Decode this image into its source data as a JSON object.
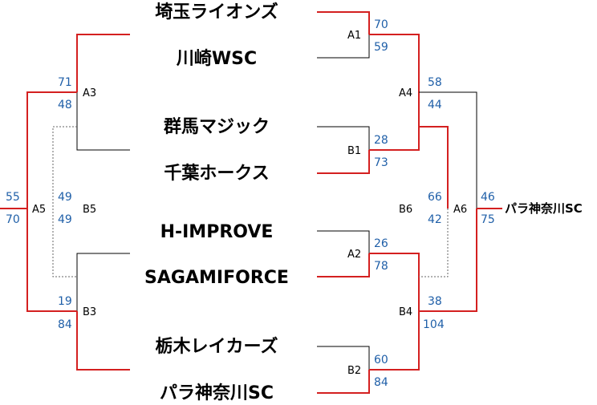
{
  "teams": [
    "埼玉ライオンズ",
    "川崎WSC",
    "群馬マジック",
    "千葉ホークス",
    "H-IMPROVE",
    "SAGAMIFORCE",
    "栃木レイカーズ",
    "パラ神奈川SC"
  ],
  "champion": "パラ神奈川SC",
  "matches": {
    "A1": {
      "label": "A1",
      "scores": [
        "70",
        "59"
      ]
    },
    "B1": {
      "label": "B1",
      "scores": [
        "28",
        "73"
      ]
    },
    "A2": {
      "label": "A2",
      "scores": [
        "26",
        "78"
      ]
    },
    "B2": {
      "label": "B2",
      "scores": [
        "60",
        "84"
      ]
    },
    "A3": {
      "label": "A3",
      "scores": [
        "71",
        "48"
      ]
    },
    "B3": {
      "label": "B3",
      "scores": [
        "19",
        "84"
      ]
    },
    "A4": {
      "label": "A4",
      "scores": [
        "58",
        "44"
      ]
    },
    "B4": {
      "label": "B4",
      "scores": [
        "38",
        "104"
      ]
    },
    "A5": {
      "label": "A5",
      "scores": [
        "55",
        "70"
      ]
    },
    "B5": {
      "label": "B5",
      "scores": [
        "49",
        "49"
      ]
    },
    "A6": {
      "label": "A6",
      "scores": [
        "46",
        "75"
      ]
    },
    "B6": {
      "label": "B6",
      "scores": [
        "66",
        "42"
      ]
    }
  },
  "colors": {
    "winner_line": "#d42020",
    "loser_line": "#000000",
    "placement_line": "#666666",
    "score_text": "#1f5fa8"
  }
}
